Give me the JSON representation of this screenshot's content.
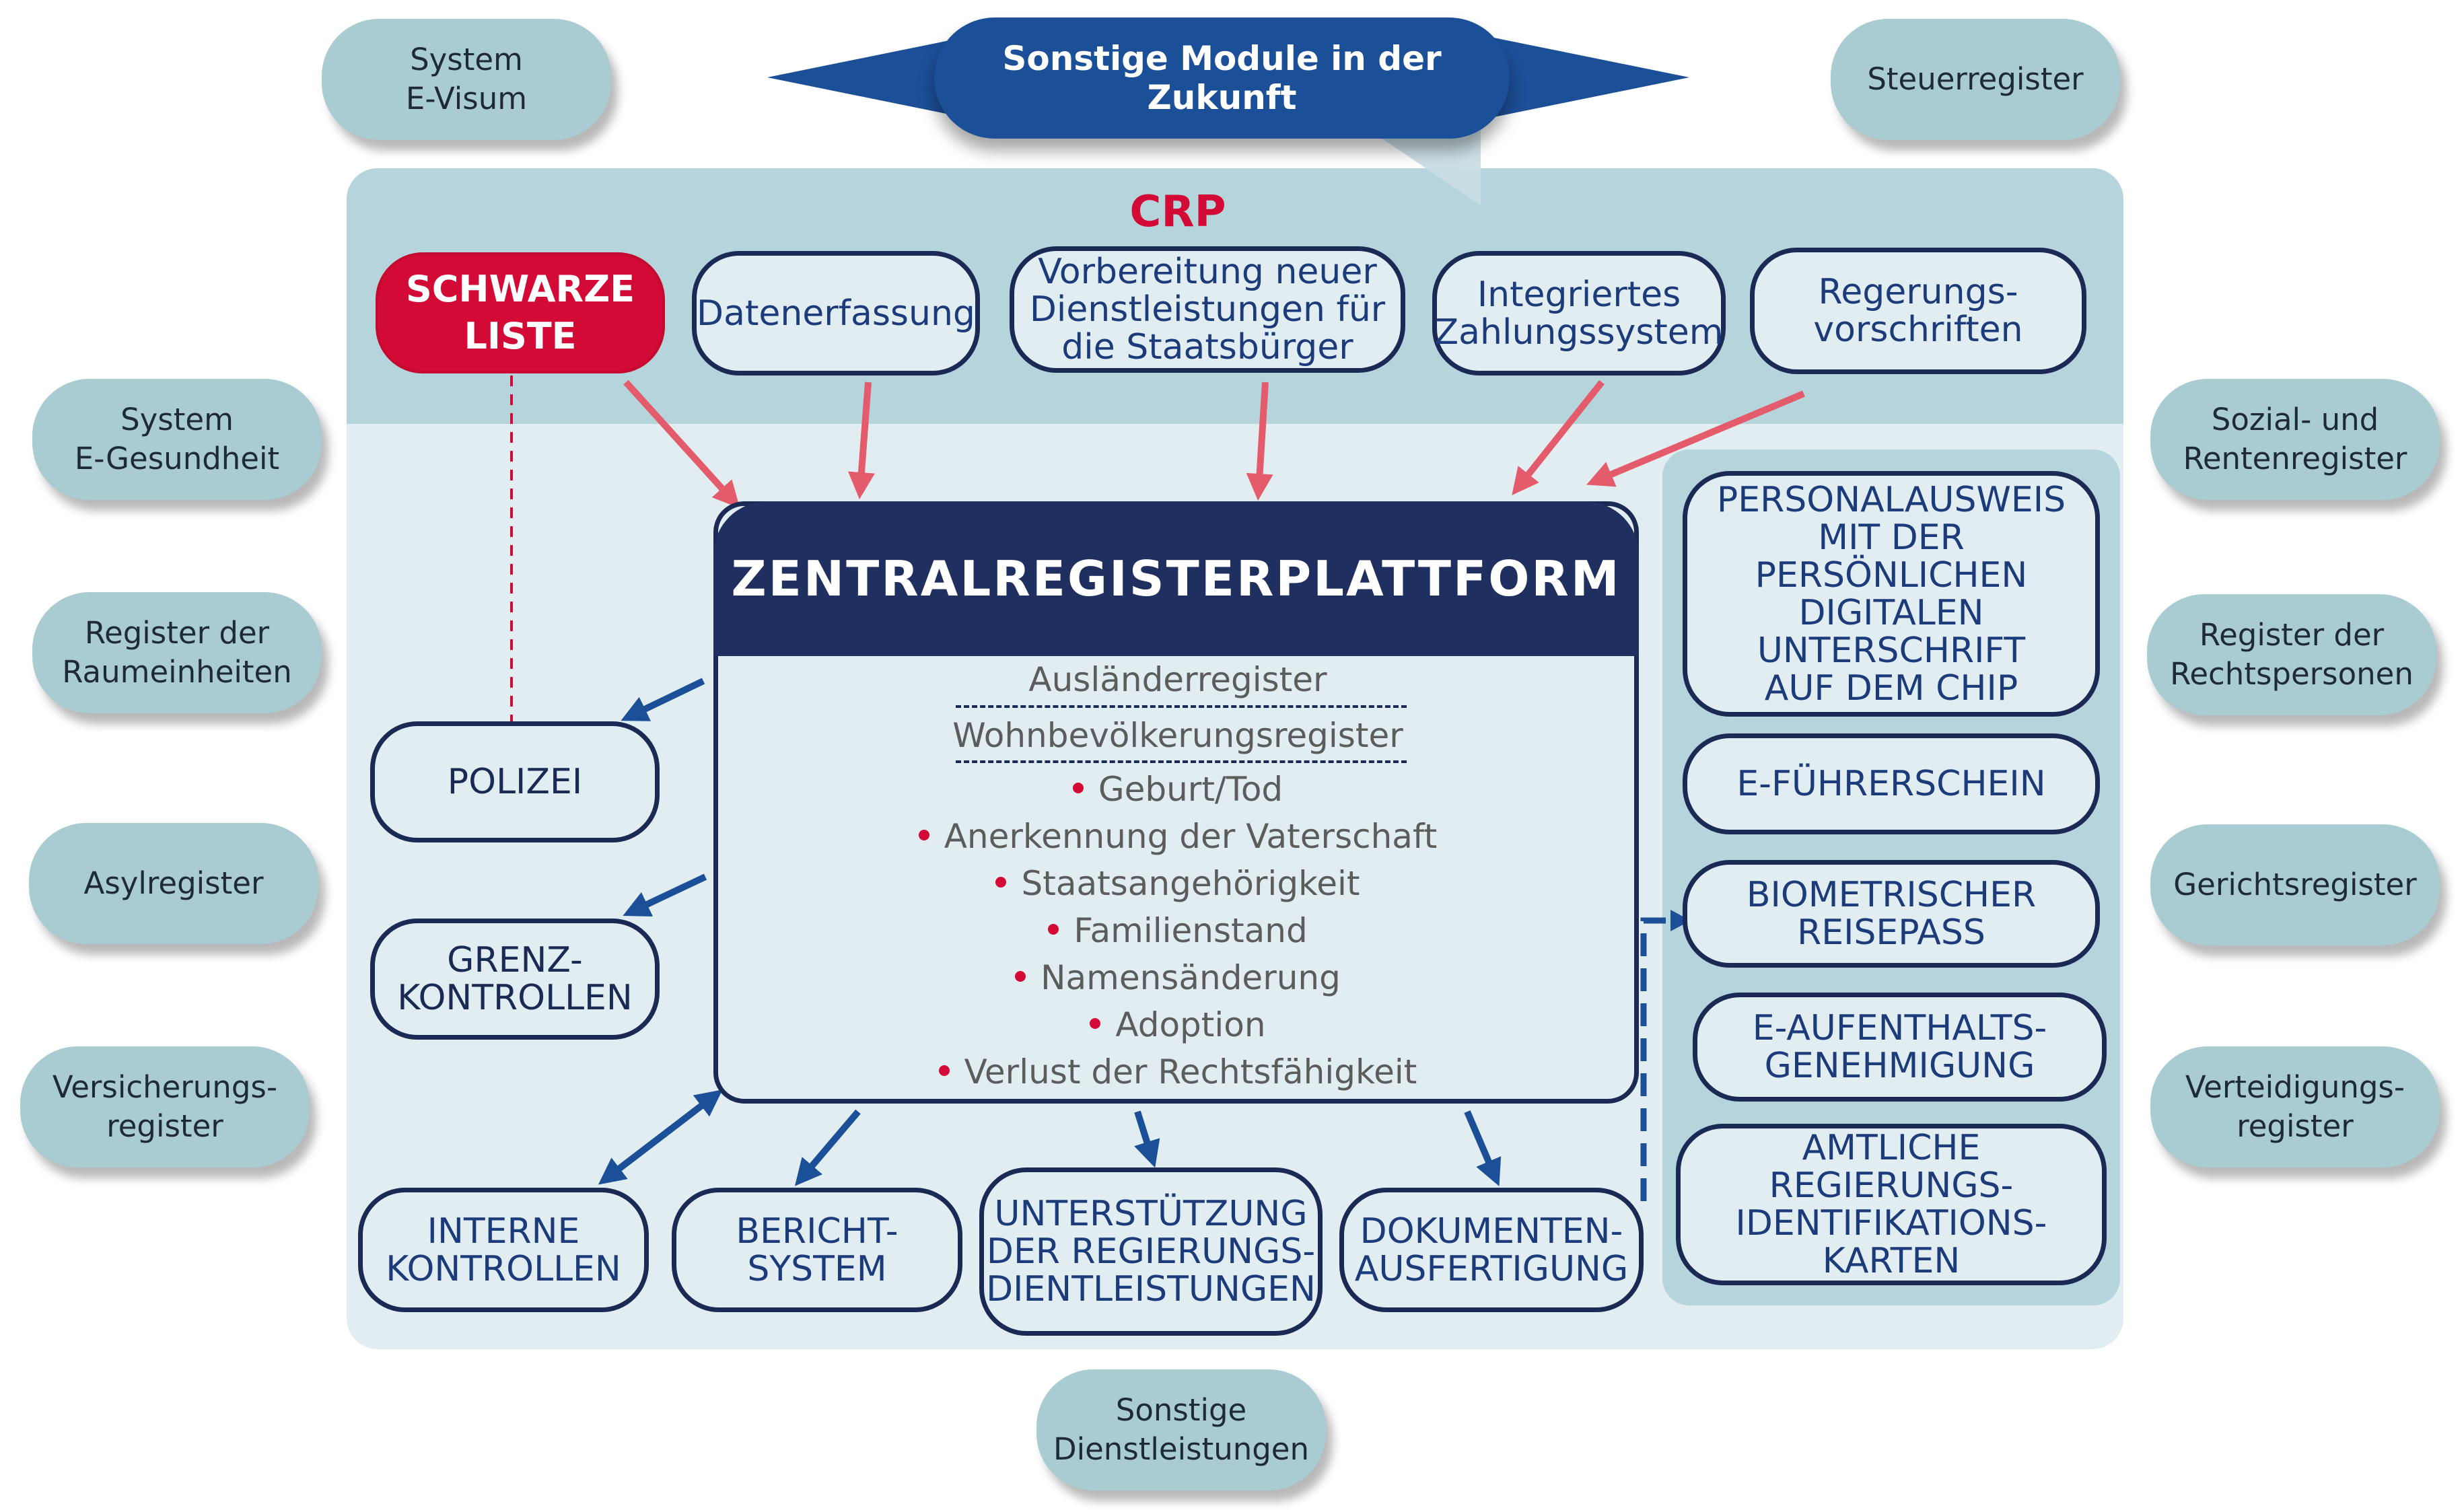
{
  "future_modules": "Sonstige Module in der Zukunft",
  "crp_label": "CRP",
  "black_list": [
    "SCHWARZE",
    "LISTE"
  ],
  "top_modules": [
    [
      "Datenerfassung"
    ],
    [
      "Vorbereitung neuer",
      "Dienstleistungen für",
      "die Staatsbürger"
    ],
    [
      "Integriertes",
      "Zahlungssystem"
    ],
    [
      "Regerungs-",
      "vorschriften"
    ]
  ],
  "central_platform": {
    "title": "ZENTRALREGISTERPLATTFORM",
    "registers": [
      "Ausländerregister",
      "Wohnbevölkerungsregister"
    ],
    "events": [
      "Geburt/Tod",
      "Anerkennung der Vaterschaft",
      "Staatsangehörigkeit",
      "Familienstand",
      "Namensänderung",
      "Adoption",
      "Verlust der Rechtsfähigkeit"
    ]
  },
  "left_services": [
    [
      "POLIZEI"
    ],
    [
      "GRENZ-",
      "KONTROLLEN"
    ]
  ],
  "bottom_services": [
    [
      "INTERNE",
      "KONTROLLEN"
    ],
    [
      "BERICHT-",
      "SYSTEM"
    ],
    [
      "UNTERSTÜTZUNG",
      "DER REGIERUNGS-",
      "DIENTLEISTUNGEN"
    ],
    [
      "DOKUMENTEN-",
      "AUSFERTIGUNG"
    ]
  ],
  "documents": [
    [
      "PERSONALAUSWEIS",
      "MIT DER",
      "PERSÖNLICHEN",
      "DIGITALEN",
      "UNTERSCHRIFT",
      "AUF DEM CHIP"
    ],
    [
      "E-FÜHRERSCHEIN"
    ],
    [
      "BIOMETRISCHER",
      "REISEPASS"
    ],
    [
      "E-AUFENTHALTS-",
      "GENEHMIGUNG"
    ],
    [
      "AMTLICHE",
      "REGIERUNGS-",
      "IDENTIFIKATIONS-",
      "KARTEN"
    ]
  ],
  "external_systems": {
    "left": [
      [
        "System",
        "E-Visum"
      ],
      [
        "System",
        "E-Gesundheit"
      ],
      [
        "Register der",
        "Raumeinheiten"
      ],
      [
        "Asylregister"
      ],
      [
        "Versicherungs-",
        "register"
      ]
    ],
    "right": [
      [
        "Steuerregister"
      ],
      [
        "Sozial- und",
        "Rentenregister"
      ],
      [
        "Register der",
        "Rechtspersonen"
      ],
      [
        "Gerichtsregister"
      ],
      [
        "Verteidigungs-",
        "register"
      ]
    ],
    "bottom": [
      [
        "Sonstige",
        "Dienstleistungen"
      ]
    ]
  },
  "colors": {
    "crp_red": "#d20a35",
    "navy": "#1e2f60",
    "arrow_blue": "#1b4f97",
    "arrow_pink": "#e45c6c",
    "panel_light": "#e2edf1",
    "panel_teal": "#b6d4dc",
    "pill_teal": "#a9cbd2"
  }
}
